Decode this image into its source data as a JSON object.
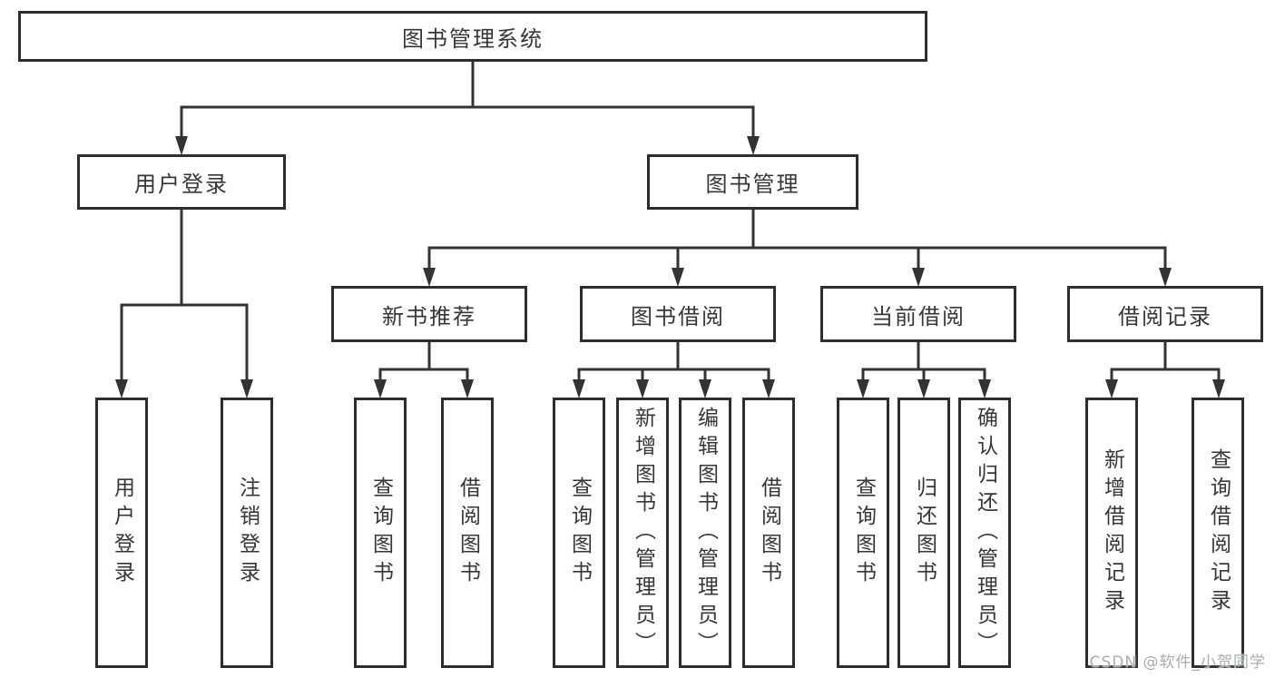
{
  "diagram": {
    "title": "图书管理系统",
    "root": {
      "label": "图书管理系统"
    },
    "branches": [
      {
        "label": "用户登录",
        "children": [
          {
            "label": "用户登录"
          },
          {
            "label": "注销登录"
          }
        ]
      },
      {
        "label": "图书管理",
        "children": [
          {
            "label": "新书推荐",
            "children": [
              {
                "label": "查询图书"
              },
              {
                "label": "借阅图书"
              }
            ]
          },
          {
            "label": "图书借阅",
            "children": [
              {
                "label": "查询图书"
              },
              {
                "label": "新增图书（管理员）"
              },
              {
                "label": "编辑图书（管理员）"
              },
              {
                "label": "借阅图书"
              }
            ]
          },
          {
            "label": "当前借阅",
            "children": [
              {
                "label": "查询图书"
              },
              {
                "label": "归还图书"
              },
              {
                "label": "确认归还（管理员）"
              }
            ]
          },
          {
            "label": "借阅记录",
            "children": [
              {
                "label": "新增借阅记录"
              },
              {
                "label": "查询借阅记录"
              }
            ]
          }
        ]
      }
    ]
  },
  "watermark": {
    "text": "CSDN @软件_小贺同学"
  },
  "colors": {
    "line": "#333333",
    "box_border": "#2d2d2d",
    "text": "#363636",
    "watermark": "#a9abae",
    "background": "#ffffff"
  }
}
